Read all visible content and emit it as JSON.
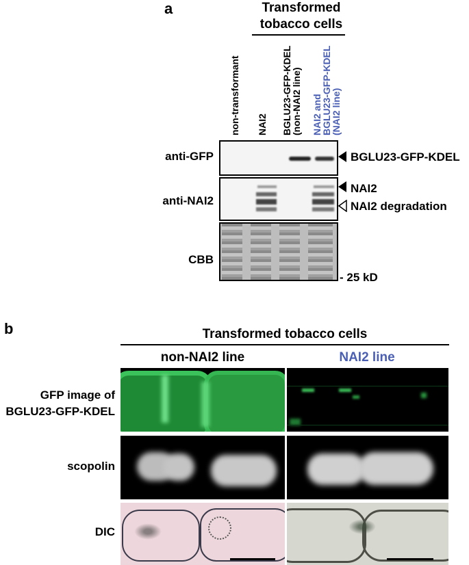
{
  "panel_a": {
    "letter": "a",
    "group_header": [
      "Transformed",
      "tobacco cells"
    ],
    "lanes": [
      {
        "lines": [
          "non-transformant"
        ],
        "color": "#000000"
      },
      {
        "lines": [
          "NAI2"
        ],
        "color": "#000000"
      },
      {
        "lines": [
          "BGLU23-GFP-KDEL",
          "(non-NAI2 line)"
        ],
        "color": "#000000"
      },
      {
        "lines": [
          "NAI2  and",
          "BGLU23-GFP-KDEL",
          "(NAI2 line)"
        ],
        "color": "#4a5fb4"
      }
    ],
    "blots": {
      "anti_gfp": {
        "label": "anti-GFP",
        "band": "BGLU23-GFP-KDEL"
      },
      "anti_nai2": {
        "label": "anti-NAI2",
        "band1": "NAI2",
        "band2": "NAI2 degradation"
      },
      "cbb": {
        "label": "CBB",
        "marker": "- 25 kD"
      }
    }
  },
  "panel_b": {
    "letter": "b",
    "header": "Transformed tobacco cells",
    "col_left": "non-NAI2 line",
    "col_right": "NAI2 line",
    "rows": {
      "gfp": [
        "GFP image of",
        "BGLU23-GFP-KDEL"
      ],
      "scopolin": "scopolin",
      "dic": "DIC"
    }
  },
  "colors": {
    "accent_blue": "#4a5fb4",
    "gfp_green": "#2fb04a"
  }
}
